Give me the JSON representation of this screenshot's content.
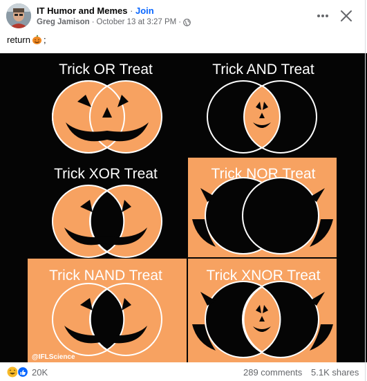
{
  "post": {
    "group_name": "IT Humor and Memes",
    "separator": "·",
    "join_label": "Join",
    "author": "Greg Jamison",
    "timestamp": "October 13 at 3:27 PM",
    "caption_prefix": "return",
    "caption_suffix": ";"
  },
  "meme": {
    "panels": [
      {
        "title": "Trick OR Treat"
      },
      {
        "title": "Trick AND Treat"
      },
      {
        "title": "Trick XOR Treat"
      },
      {
        "title": "Trick NOR Treat"
      },
      {
        "title": "Trick NAND Treat"
      },
      {
        "title": "Trick XNOR Treat"
      }
    ],
    "credit": "@IFLScience",
    "colors": {
      "orange": "#f7a261",
      "black": "#050505",
      "white": "#ffffff"
    }
  },
  "footer": {
    "reaction_count": "20K",
    "comments": "289 comments",
    "shares": "5.1K shares"
  },
  "icons": [
    "avatar",
    "globe-icon",
    "more-icon",
    "close-icon",
    "pumpkin-emoji-icon",
    "laugh-reaction-icon",
    "like-reaction-icon"
  ]
}
